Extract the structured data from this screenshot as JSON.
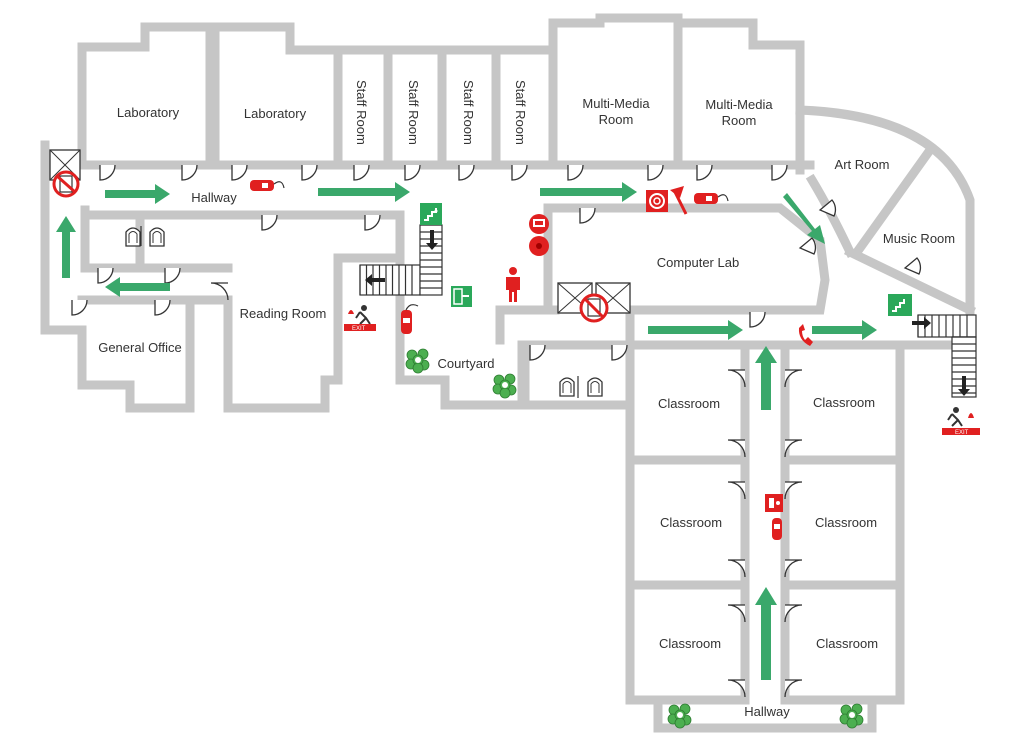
{
  "colors": {
    "wall": "#c6c6c6",
    "arrow": "#3aa86b",
    "exit_sign": "#2aa85a",
    "fire_equipment": "#e02020",
    "prohibition": "#e02020",
    "plant": "#4caf50"
  },
  "rooms": {
    "laboratory_1": "Laboratory",
    "laboratory_2": "Laboratory",
    "staff_room_1": "Staff Room",
    "staff_room_2": "Staff Room",
    "staff_room_3": "Staff Room",
    "staff_room_4": "Staff Room",
    "multimedia_1_line1": "Multi-Media",
    "multimedia_1_line2": "Room",
    "multimedia_2_line1": "Multi-Media",
    "multimedia_2_line2": "Room",
    "art_room": "Art Room",
    "music_room": "Music Room",
    "hallway_top": "Hallway",
    "computer_lab": "Computer Lab",
    "reading_room": "Reading Room",
    "general_office": "General Office",
    "courtyard": "Courtyard",
    "classroom_1": "Classroom",
    "classroom_2": "Classroom",
    "classroom_3": "Classroom",
    "classroom_4": "Classroom",
    "classroom_5": "Classroom",
    "classroom_6": "Classroom",
    "hallway_bottom": "Hallway"
  },
  "icons": {
    "fire_exit_sign_text": "EXIT"
  }
}
